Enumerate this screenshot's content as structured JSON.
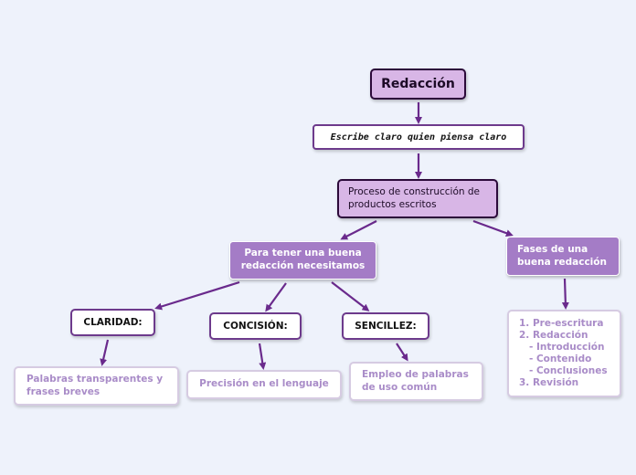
{
  "colors": {
    "background": "#eef2fb",
    "connector": "#6a2a8c",
    "root_fill": "#d8b6e6",
    "subtopic_fill": "#a47cc6",
    "leaf_text": "#a98cc8"
  },
  "nodes": {
    "root": "Redacción",
    "quote": "Escribe claro quien piensa claro",
    "proceso": [
      "Proceso de construcción de",
      "productos escritos"
    ],
    "para_tener": [
      "Para tener una buena",
      "redacción necesitamos"
    ],
    "fases": [
      "Fases de una",
      "buena redacción"
    ],
    "claridad": "CLARIDAD:",
    "concision": "CONCISIÓN:",
    "sencillez": "SENCILLEZ:",
    "claridad_detail": [
      "Palabras transparentes y",
      "frases breves"
    ],
    "concision_detail": "Precisión en el lenguaje",
    "sencillez_detail": [
      "Empleo de palabras",
      "de uso común"
    ],
    "fases_list": [
      "1. Pre-escritura",
      "2. Redacción",
      "   - Introducción",
      "   - Contenido",
      "   - Conclusiones",
      "3. Revisión"
    ]
  }
}
